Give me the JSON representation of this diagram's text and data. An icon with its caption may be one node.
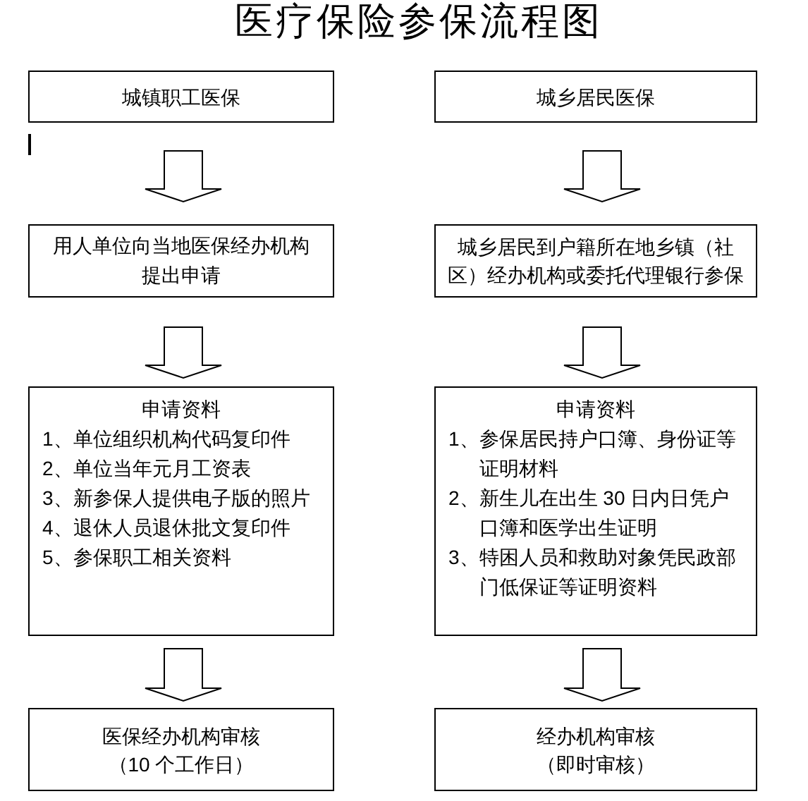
{
  "diagram": {
    "title": "医疗保险参保流程图",
    "nodes": [
      {
        "text": [
          "城镇职工医保"
        ]
      },
      {
        "text": [
          "城乡居民医保"
        ]
      },
      {
        "text": [
          "用人单位向当地医保经办机构提出申请"
        ]
      },
      {
        "text": [
          "城乡居民到户籍所在地乡镇（社区）经办机构或委托代理银行参保"
        ]
      },
      {
        "text": [
          "申请资料",
          "1、单位组织机构代码复印件",
          "2、单位当年元月工资表",
          "3、新参保人提供电子版的照片",
          "4、退休人员退休批文复印件",
          "5、参保职工相关资料"
        ]
      },
      {
        "text": [
          "申请资料",
          "1、参保居民持户口簿、身份证等证明材料",
          "2、新生儿在出生 30 日内日凭户口簿和医学出生证明",
          "3、特困人员和救助对象凭民政部门低保证等证明资料"
        ]
      },
      {
        "text": [
          "医保经办机构审核",
          "（10 个工作日）"
        ]
      },
      {
        "text": [
          "经办机构审核",
          "（即时审核）"
        ]
      }
    ],
    "edges": [
      {
        "from": 0,
        "to": 2,
        "arrow": "to"
      },
      {
        "from": 2,
        "to": 4,
        "arrow": "to"
      },
      {
        "from": 4,
        "to": 6,
        "arrow": "to"
      },
      {
        "from": 1,
        "to": 3,
        "arrow": "to"
      },
      {
        "from": 3,
        "to": 5,
        "arrow": "to"
      },
      {
        "from": 5,
        "to": 7,
        "arrow": "to"
      }
    ]
  }
}
